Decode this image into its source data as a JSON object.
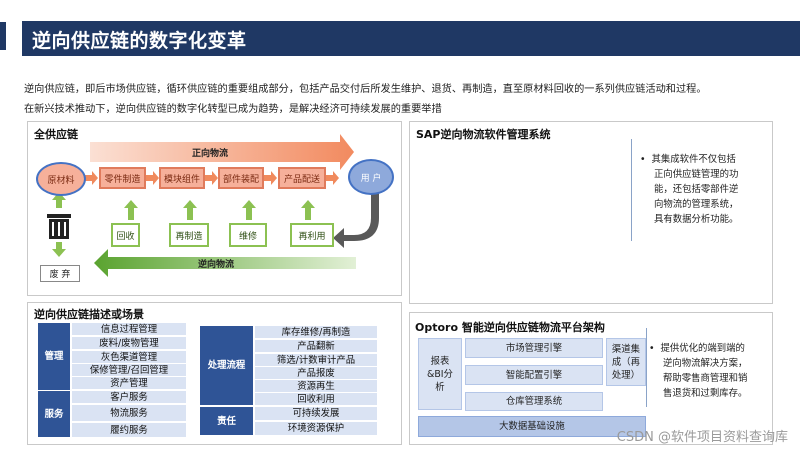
{
  "header": {
    "title": "逆向供应链的数字化变革"
  },
  "intro": {
    "line1": "逆向供应链，即后市场供应链，循环供应链的重要组成部分，包括产品交付后所发生维护、退货、再制造，直至原材料回收的一系列供应链活动和过程。",
    "line2": "在新兴技术推动下，逆向供应链的数字化转型已成为趋势，是解决经济可持续发展的重要举措"
  },
  "supply_chain": {
    "title": "全供应链",
    "forward_label": "正向物流",
    "reverse_label": "逆向物流",
    "raw_material": "原材料",
    "user": "用 户",
    "waste": "废 弃",
    "forward_steps": [
      "零件制造",
      "模块组件",
      "部件装配",
      "产品配送"
    ],
    "reverse_steps": [
      "回收",
      "再制造",
      "维修",
      "再利用"
    ]
  },
  "sap": {
    "title": "SAP逆向物流软件管理系统",
    "bullet_lines": [
      "其集成软件不仅包括",
      "正向供应链管理的功",
      "能，还包括零部件逆",
      "向物流的管理系统，",
      "具有数据分析功能。"
    ]
  },
  "scenarios": {
    "title": "逆向供应链描述或场景",
    "left": [
      {
        "category": "管理",
        "items": [
          "信息过程管理",
          "废料/废物管理",
          "灰色渠道管理",
          "保修管理/召回管理",
          "资产管理"
        ]
      },
      {
        "category": "服务",
        "items": [
          "客户服务",
          "物流服务",
          "履约服务"
        ]
      }
    ],
    "right": [
      {
        "category": "处理流程",
        "items": [
          "库存维修/再制造",
          "产品翻新",
          "筛选/计数审计产品",
          "产品报废",
          "资源再生",
          "回收利用"
        ]
      },
      {
        "category": "责任",
        "items": [
          "可持续发展",
          "环境资源保护"
        ]
      }
    ]
  },
  "optoro": {
    "title": "Optoro 智能逆向供应链物流平台架构",
    "left_block": "报表\n&BI分\n析",
    "modules": [
      "市场管理引擎",
      "智能配置引擎",
      "仓库管理系统"
    ],
    "right_block": "渠道集\n成（再\n处理）",
    "base": "大数据基础设施",
    "bullet_lines": [
      "提供优化的端到端的",
      "逆向物流解决方案，",
      "帮助零售商管理和销",
      "售退货和过剩库存。"
    ]
  },
  "watermark": "CSDN @软件项目资料查询库",
  "colors": {
    "header_blue": "#1f3864",
    "forward_fill": "#f6b09a",
    "reverse_border": "#8cc152",
    "table_category": "#2f5496",
    "table_item": "#dae3f3"
  }
}
